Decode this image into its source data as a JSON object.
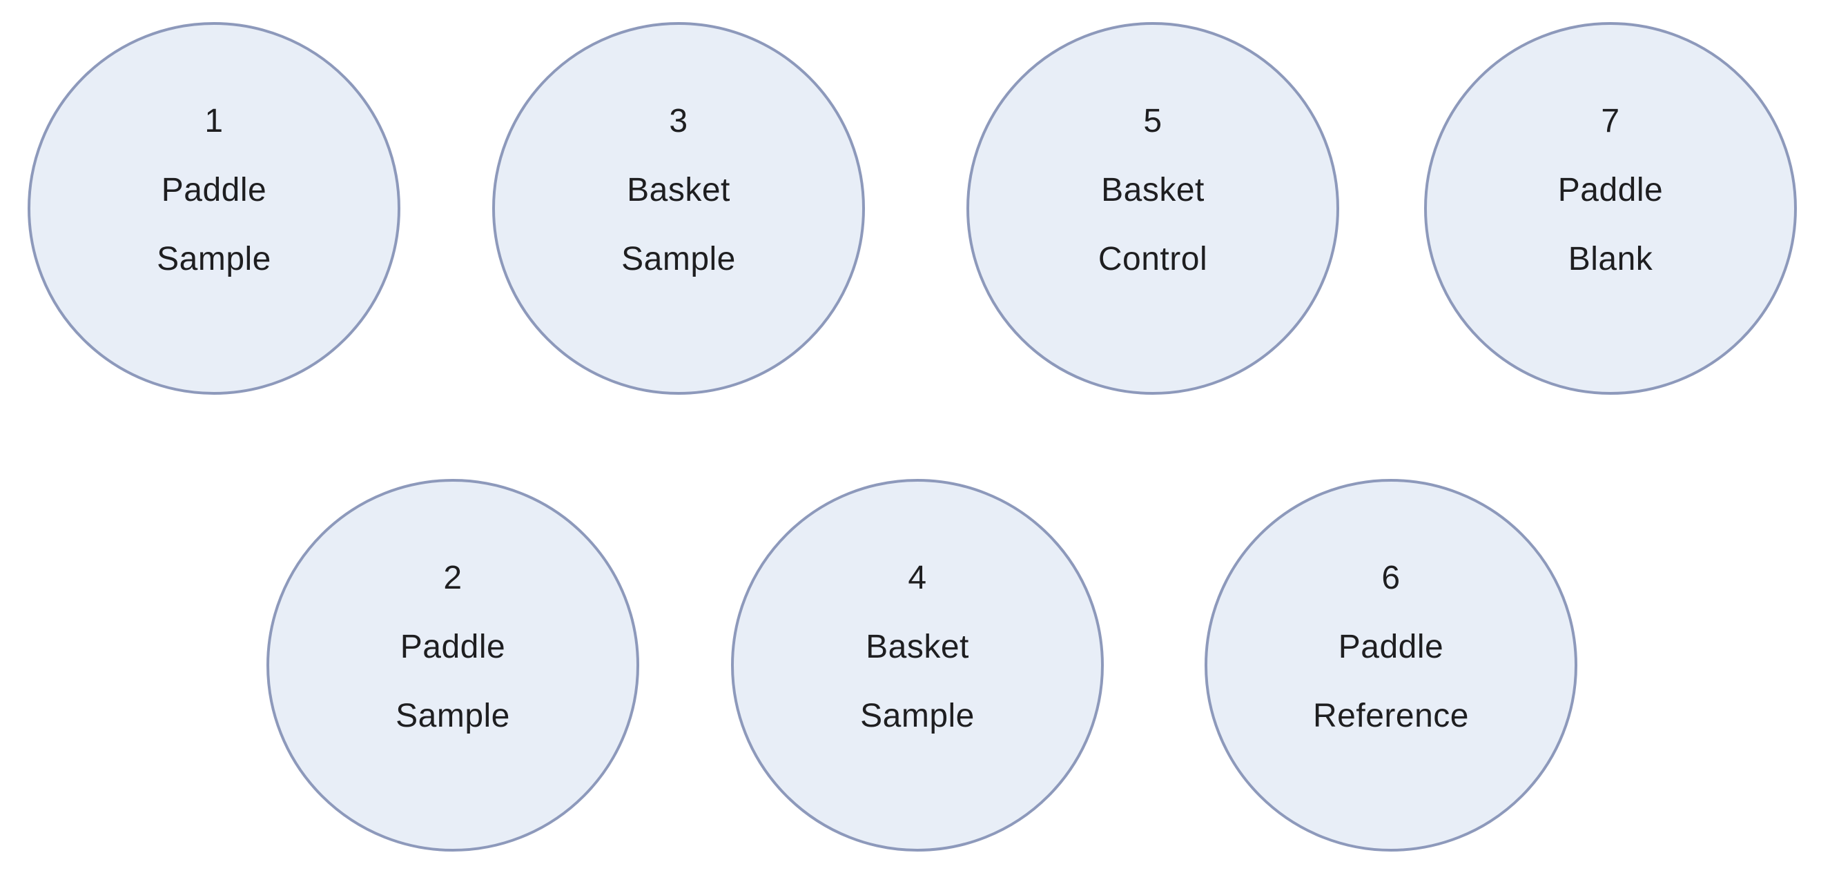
{
  "colors": {
    "background": "#ffffff",
    "vessel_fill": "#e8eef7",
    "vessel_border": "#8d99bb",
    "label_text": "#1e1e20"
  },
  "rows": [
    {
      "name": "top",
      "vessels": [
        {
          "number": "1",
          "apparatus": "Paddle",
          "role": "Sample"
        },
        {
          "number": "3",
          "apparatus": "Basket",
          "role": "Sample"
        },
        {
          "number": "5",
          "apparatus": "Basket",
          "role": "Control"
        },
        {
          "number": "7",
          "apparatus": "Paddle",
          "role": "Blank"
        }
      ]
    },
    {
      "name": "bottom",
      "vessels": [
        {
          "number": "2",
          "apparatus": "Paddle",
          "role": "Sample"
        },
        {
          "number": "4",
          "apparatus": "Basket",
          "role": "Sample"
        },
        {
          "number": "6",
          "apparatus": "Paddle",
          "role": "Reference"
        }
      ]
    }
  ]
}
